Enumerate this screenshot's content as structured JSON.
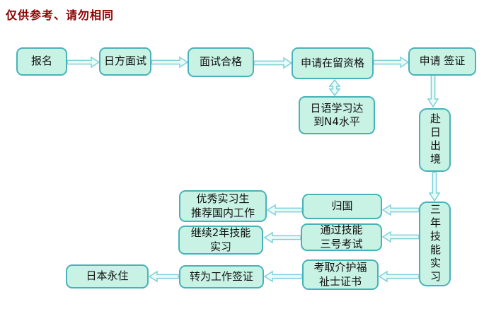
{
  "title": "仅供参考、请勿相同",
  "colors": {
    "title": "#8b0000",
    "box_fill": "#c7f2e4",
    "box_border": "#48b2b8",
    "arrow_fill": "#e9fbf5",
    "arrow_stroke": "#7fd0da",
    "text": "#111111"
  },
  "nodes": {
    "signup": {
      "label": "报名"
    },
    "japan_interview": {
      "label": "日方面试"
    },
    "interview_pass": {
      "label": "面试合格"
    },
    "apply_residence": {
      "label": "申请在留资格"
    },
    "apply_visa": {
      "label": "申请 签证"
    },
    "japanese_n4": {
      "label": "日语学习达\n到N4水平"
    },
    "depart_japan": {
      "label": "赴日出境"
    },
    "three_year_training": {
      "label": "三年技能实习"
    },
    "return_home": {
      "label": "归国"
    },
    "recommend_work": {
      "label": "优秀实习生\n推荐国内工作"
    },
    "skill_exam_level3": {
      "label": "通过技能\n三号考试"
    },
    "two_more_years": {
      "label": "继续2年技能\n实习"
    },
    "caregiver_cert": {
      "label": "考取介护福\n祉士证书"
    },
    "work_visa": {
      "label": "转为工作签证"
    },
    "permanent_residence": {
      "label": "日本永住"
    }
  },
  "edges": [
    {
      "from": "signup",
      "to": "japan_interview",
      "type": "single"
    },
    {
      "from": "japan_interview",
      "to": "interview_pass",
      "type": "single"
    },
    {
      "from": "interview_pass",
      "to": "apply_residence",
      "type": "single"
    },
    {
      "from": "apply_residence",
      "to": "apply_visa",
      "type": "single"
    },
    {
      "from": "apply_residence",
      "to": "japanese_n4",
      "type": "double"
    },
    {
      "from": "apply_visa",
      "to": "depart_japan",
      "type": "single"
    },
    {
      "from": "depart_japan",
      "to": "three_year_training",
      "type": "single"
    },
    {
      "from": "three_year_training",
      "to": "return_home",
      "type": "single"
    },
    {
      "from": "return_home",
      "to": "recommend_work",
      "type": "single"
    },
    {
      "from": "three_year_training",
      "to": "skill_exam_level3",
      "type": "single"
    },
    {
      "from": "skill_exam_level3",
      "to": "two_more_years",
      "type": "single"
    },
    {
      "from": "three_year_training",
      "to": "caregiver_cert",
      "type": "single"
    },
    {
      "from": "caregiver_cert",
      "to": "work_visa",
      "type": "single"
    },
    {
      "from": "work_visa",
      "to": "permanent_residence",
      "type": "single"
    }
  ]
}
